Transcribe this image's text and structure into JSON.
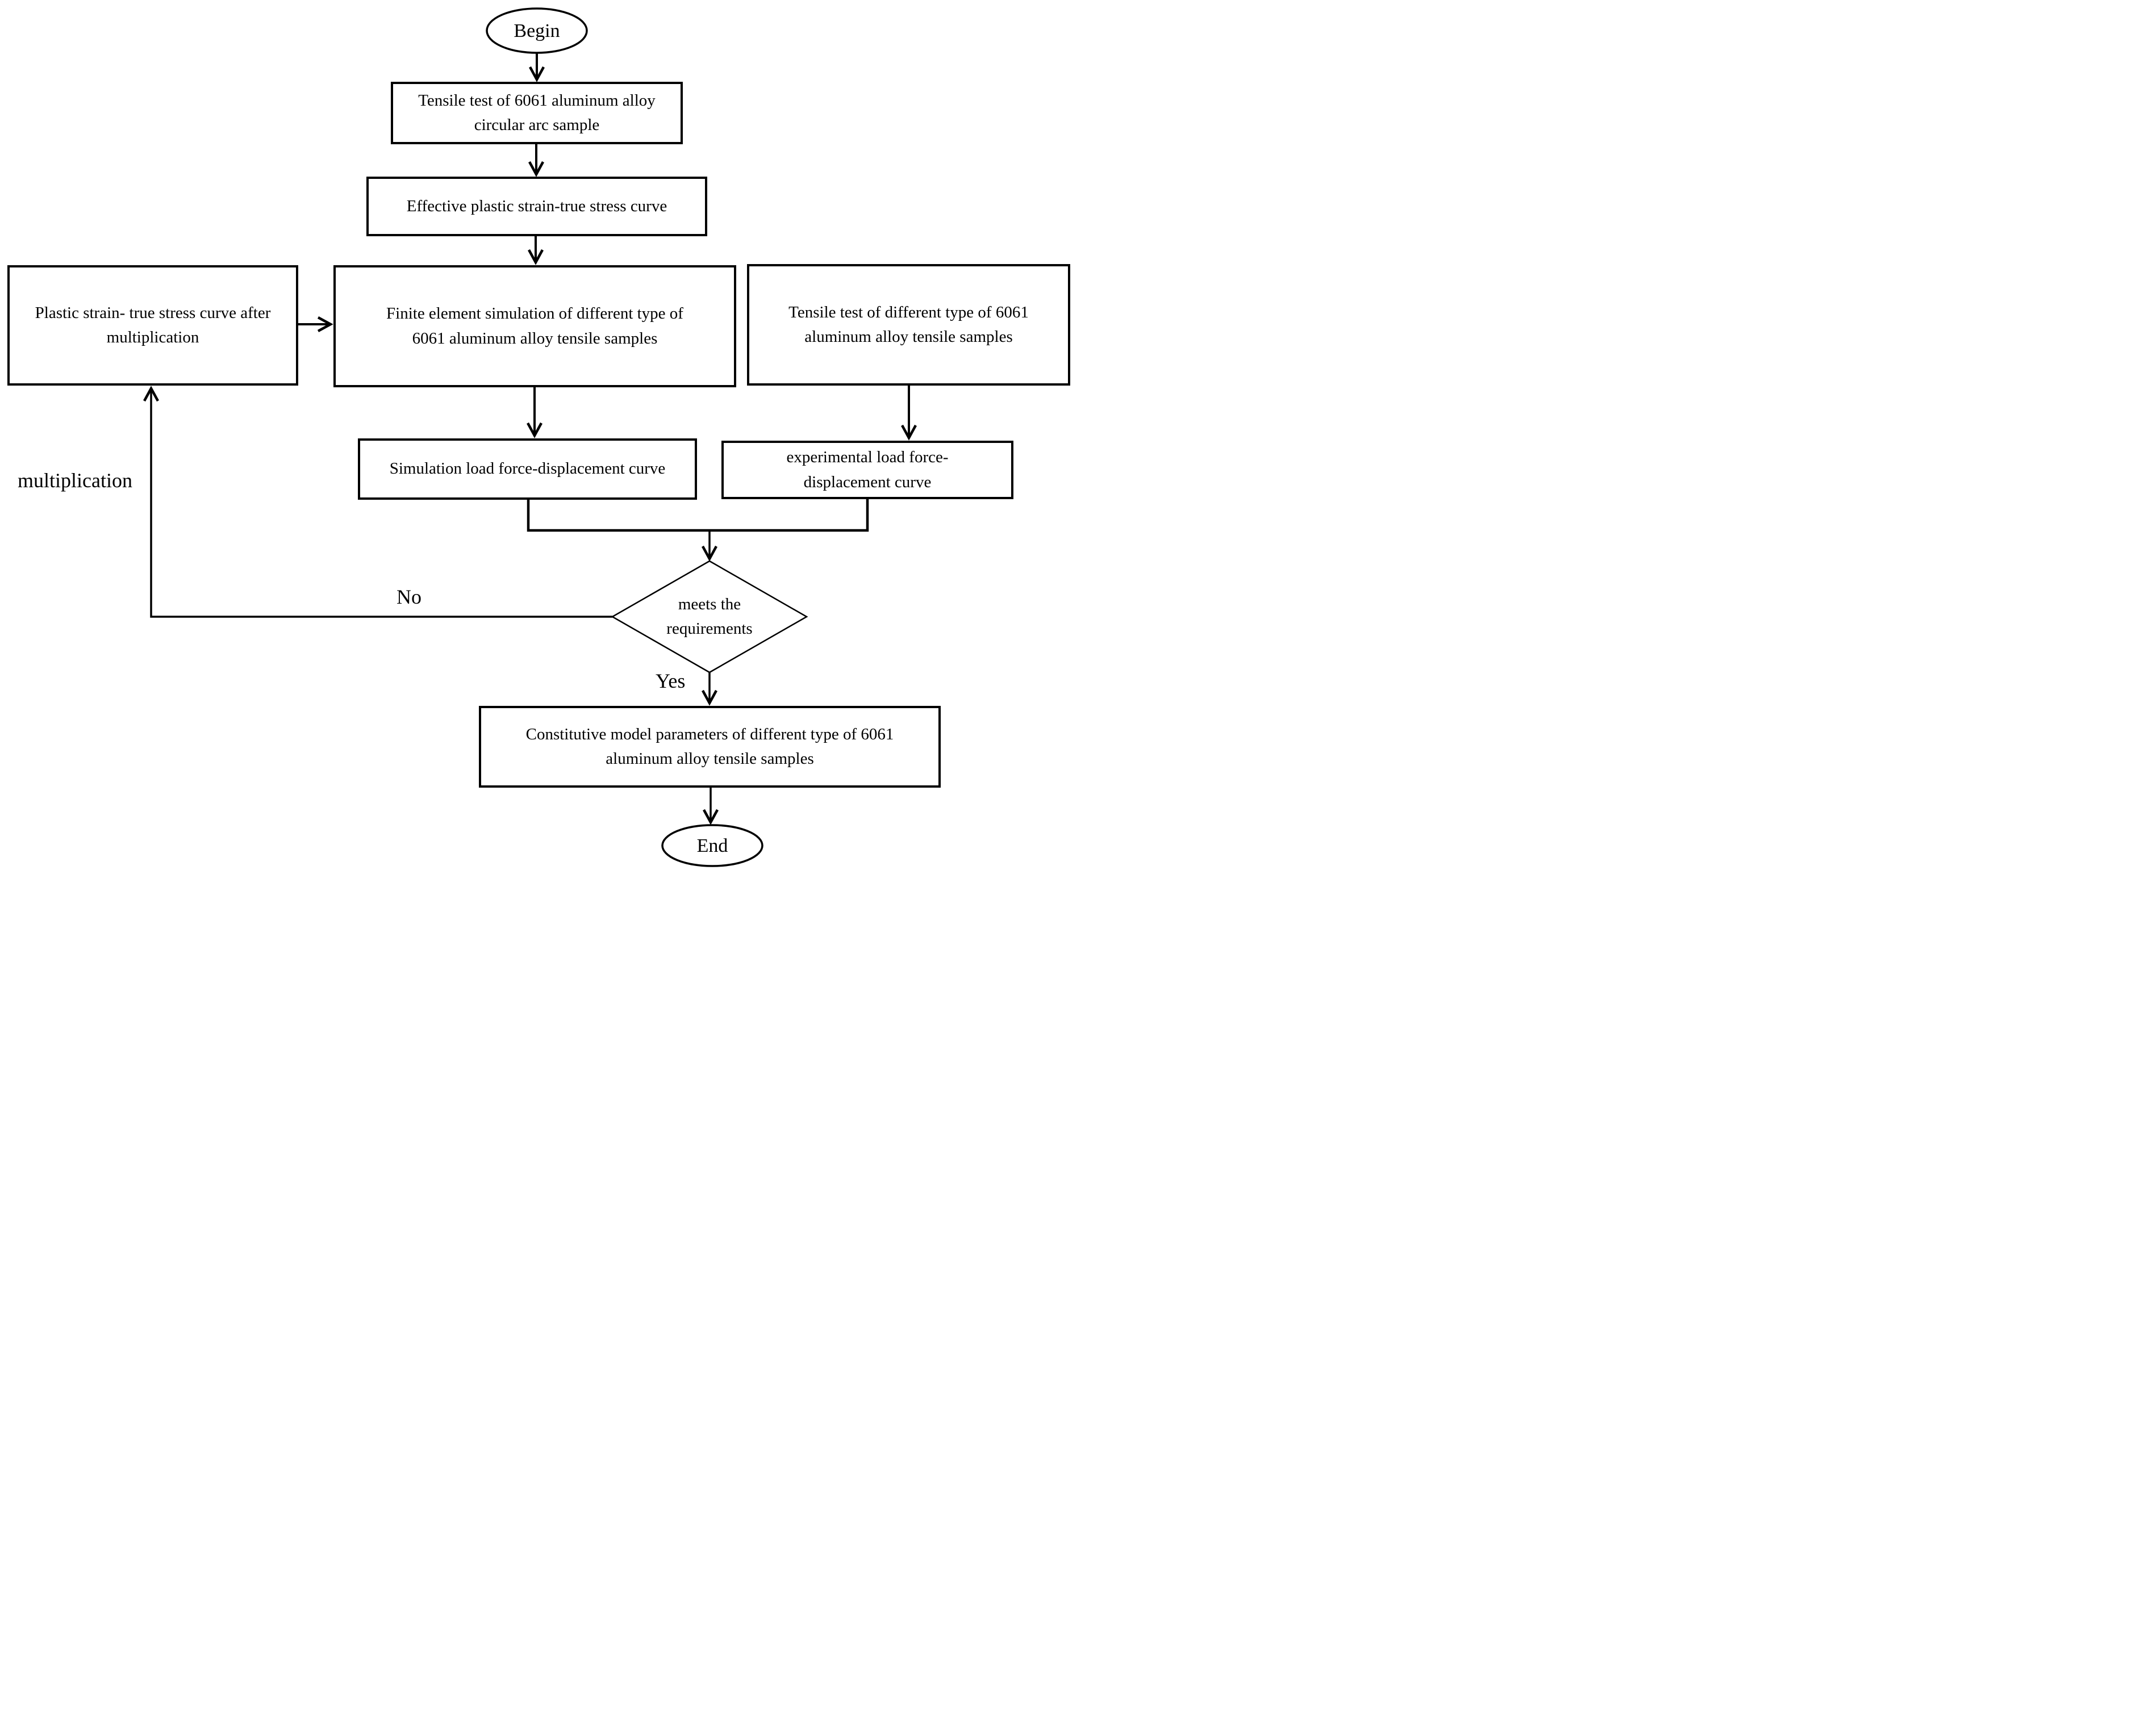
{
  "nodes": {
    "begin": {
      "label": "Begin"
    },
    "tensile_arc_test": {
      "label": "Tensile test of 6061 aluminum alloy circular arc sample"
    },
    "effective_curve": {
      "label": "Effective plastic strain-true stress curve"
    },
    "plastic_curve_multiplied": {
      "label": "Plastic strain- true stress curve after multiplication"
    },
    "fe_simulation": {
      "label": "Finite element simulation of different type of 6061 aluminum alloy tensile samples"
    },
    "tensile_type_test": {
      "label": "Tensile test of different type of 6061 aluminum alloy tensile samples"
    },
    "simulation_curve": {
      "label": "Simulation load force-displacement curve"
    },
    "experimental_curve": {
      "label": "experimental load force-displacement curve"
    },
    "decision": {
      "label": "meets the requirements"
    },
    "constitutive_params": {
      "label": "Constitutive model parameters of 6061 aluminum alloy tensile samples",
      "label_full": "Constitutive model parameters of different type of 6061 aluminum alloy tensile samples"
    },
    "end": {
      "label": "End"
    }
  },
  "edge_labels": {
    "no": "No",
    "yes": "Yes",
    "multiplication": "multiplication"
  },
  "colors": {
    "line": "#000000",
    "background": "#ffffff",
    "text": "#000000"
  }
}
